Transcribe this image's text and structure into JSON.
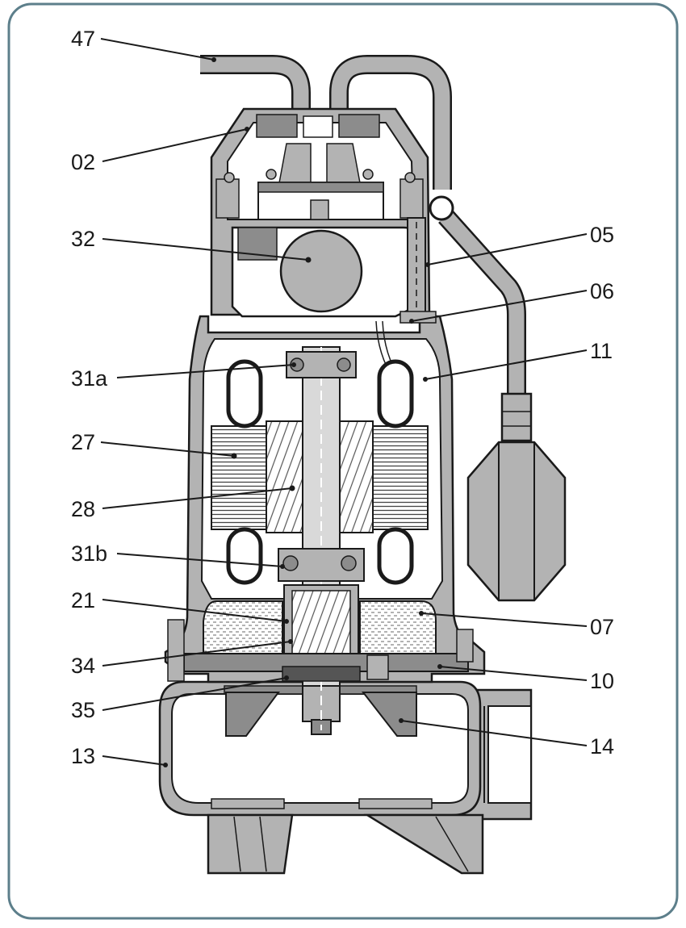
{
  "colors": {
    "frame": "#5d7f8b",
    "casing": "#b3b3b3",
    "casing_dark": "#8c8c8c",
    "outline": "#1a1a1a",
    "hatch": "#555555",
    "white": "#ffffff",
    "label": "#1a1a1a"
  },
  "labels": [
    {
      "id": "47",
      "text": "47"
    },
    {
      "id": "02",
      "text": "02"
    },
    {
      "id": "32",
      "text": "32"
    },
    {
      "id": "31a",
      "text": "31a"
    },
    {
      "id": "27",
      "text": "27"
    },
    {
      "id": "28",
      "text": "28"
    },
    {
      "id": "31b",
      "text": "31b"
    },
    {
      "id": "21",
      "text": "21"
    },
    {
      "id": "34",
      "text": "34"
    },
    {
      "id": "35",
      "text": "35"
    },
    {
      "id": "13",
      "text": "13"
    },
    {
      "id": "05",
      "text": "05"
    },
    {
      "id": "06",
      "text": "06"
    },
    {
      "id": "11",
      "text": "11"
    },
    {
      "id": "07",
      "text": "07"
    },
    {
      "id": "10",
      "text": "10"
    },
    {
      "id": "14",
      "text": "14"
    }
  ]
}
